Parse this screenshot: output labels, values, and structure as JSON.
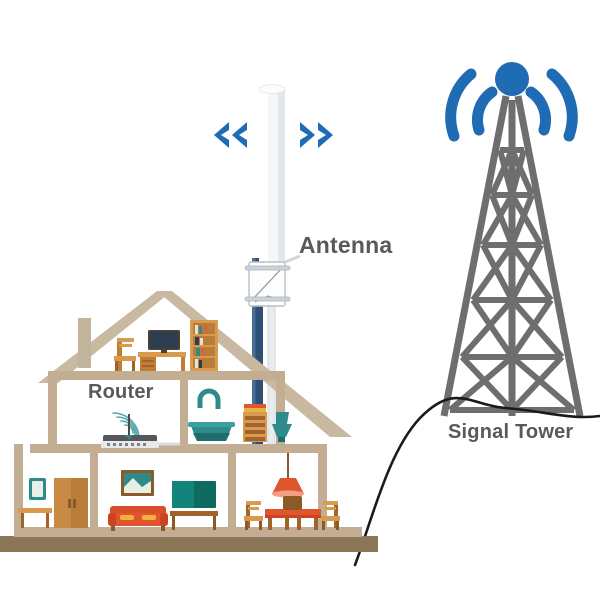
{
  "diagram": {
    "title": "Home wireless internet connection diagram",
    "labels": {
      "antenna": "Antenna",
      "router": "Router",
      "signal_tower": "Signal Tower"
    },
    "colors": {
      "signal_blue": "#1f6cb4",
      "tower_gray": "#6e6e6e",
      "label_gray": "#58595b",
      "house_wall": "#c3ae93",
      "house_base": "#8a7556",
      "roof": "#c9b9a0",
      "mast_blue": "#2e5076",
      "antenna_white": "#f2f4f6",
      "wood_dark": "#a0632c",
      "wood_light": "#d79a4e",
      "teal": "#2e8b8b",
      "sofa_orange": "#e0542e",
      "tv_green": "#0f6b62",
      "ground_line": "#1a1a1a"
    },
    "elements": [
      {
        "name": "signal-tower",
        "type": "lattice-tower",
        "signal_arcs": 2,
        "side": "right"
      },
      {
        "name": "antenna",
        "type": "omni-antenna",
        "mounted_on": "wall-mast",
        "signal_chevrons": 2
      },
      {
        "name": "house",
        "type": "cutaway-section",
        "floors": 3
      },
      {
        "name": "router",
        "type": "wifi-router",
        "wifi_arcs": 4,
        "room": "upper-left"
      },
      {
        "name": "ground-line",
        "type": "curve"
      }
    ],
    "rooms": [
      {
        "name": "attic",
        "items": [
          "chair",
          "desk",
          "monitor",
          "bookshelf"
        ]
      },
      {
        "name": "office-upper-left",
        "items": [
          "router"
        ]
      },
      {
        "name": "bathroom-upper-right",
        "items": [
          "sink",
          "faucet",
          "cabinet",
          "toilet"
        ]
      },
      {
        "name": "bedroom-lower-left",
        "items": [
          "picture-frame",
          "side-table",
          "wardrobe"
        ]
      },
      {
        "name": "living-room-lower-middle",
        "items": [
          "wall-picture",
          "sofa",
          "television",
          "tv-table"
        ]
      },
      {
        "name": "dining-room-lower-right",
        "items": [
          "pendant-lamp",
          "dining-table",
          "chair",
          "chair",
          "chair"
        ]
      }
    ]
  }
}
